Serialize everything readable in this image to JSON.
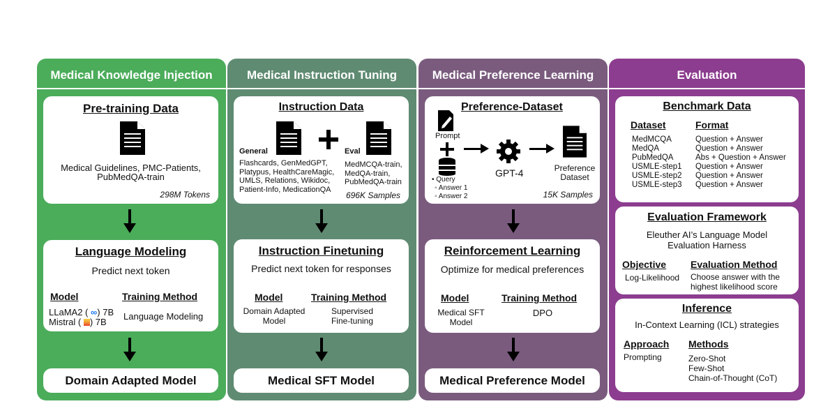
{
  "colors": {
    "green": "#4bac5a",
    "sage": "#5f8b72",
    "mauve": "#7a5b7e",
    "purple": "#8c3d8f"
  },
  "col1": {
    "title": "Medical Knowledge Injection",
    "data_card": {
      "title": "Pre-training Data",
      "line1": "Medical Guidelines, PMC-Patients,",
      "line2": "PubMedQA-train",
      "count": "298M Tokens",
      "icon": "document-icon"
    },
    "method_card": {
      "title": "Language Modeling",
      "subtitle": "Predict next token",
      "model_header": "Model",
      "method_header": "Training Method",
      "model_line1_a": "LLaMA2 (",
      "model_line1_b": "7B",
      "model_line2_a": "Mistral (",
      "model_line2_b": "7B",
      "method_value": "Language Modeling"
    },
    "output": "Domain Adapted Model"
  },
  "col2": {
    "title": "Medical Instruction Tuning",
    "data_card": {
      "title": "Instruction Data",
      "general_label": "General",
      "general_lines": [
        "Flashcards, GenMedGPT,",
        "Platypus, HealthCareMagic,",
        "UMLS, Relations, Wikidoc,",
        "Patient-Info, MedicationQA"
      ],
      "eval_label": "Eval",
      "eval_lines": [
        "MedMCQA-train,",
        "MedQA-train,",
        "PubMedQA-train"
      ],
      "count": "696K Samples"
    },
    "method_card": {
      "title": "Instruction Finetuning",
      "subtitle": "Predict next token for responses",
      "model_header": "Model",
      "method_header": "Training Method",
      "model_line1": "Domain Adapted",
      "model_line2": "Model",
      "method_line1": "Supervised",
      "method_line2": "Fine-tuning"
    },
    "output": "Medical SFT Model"
  },
  "col3": {
    "title": "Medical Preference Learning",
    "data_card": {
      "title": "Preference-Dataset",
      "prompt": "Prompt",
      "query": "Query",
      "answer1": "Answer 1",
      "answer2": "Answer 2",
      "gpt": "GPT-4",
      "pref_line1": "Preference",
      "pref_line2": "Dataset",
      "count": "15K Samples"
    },
    "method_card": {
      "title": "Reinforcement Learning",
      "subtitle": "Optimize for medical preferences",
      "model_header": "Model",
      "method_header": "Training Method",
      "model_line1": "Medical SFT",
      "model_line2": "Model",
      "method_value": "DPO"
    },
    "output": "Medical Preference Model"
  },
  "col4": {
    "title": "Evaluation",
    "benchmark": {
      "title": "Benchmark Data",
      "dataset_header": "Dataset",
      "format_header": "Format",
      "rows": [
        {
          "dataset": "MedMCQA",
          "format": "Question + Answer"
        },
        {
          "dataset": "MedQA",
          "format": "Question + Answer"
        },
        {
          "dataset": "PubMedQA",
          "format": "Abs + Question + Answer"
        },
        {
          "dataset": "USMLE-step1",
          "format": "Question + Answer"
        },
        {
          "dataset": "USMLE-step2",
          "format": "Question + Answer"
        },
        {
          "dataset": "USMLE-step3",
          "format": "Question + Answer"
        }
      ]
    },
    "framework": {
      "title": "Evaluation Framework",
      "line1": "Eleuther AI’s Language Model",
      "line2": "Evaluation Harness",
      "objective_header": "Objective",
      "objective_value": "Log-Likelihood",
      "method_header": "Evaluation Method",
      "method_line1": "Choose answer with the",
      "method_line2": "highest likelihood score"
    },
    "inference": {
      "title": "Inference",
      "subtitle": "In-Context Learning (ICL) strategies",
      "approach_header": "Approach",
      "approach_value": "Prompting",
      "methods_header": "Methods",
      "methods": [
        "Zero-Shot",
        "Few-Shot",
        "Chain-of-Thought (CoT)"
      ]
    }
  }
}
